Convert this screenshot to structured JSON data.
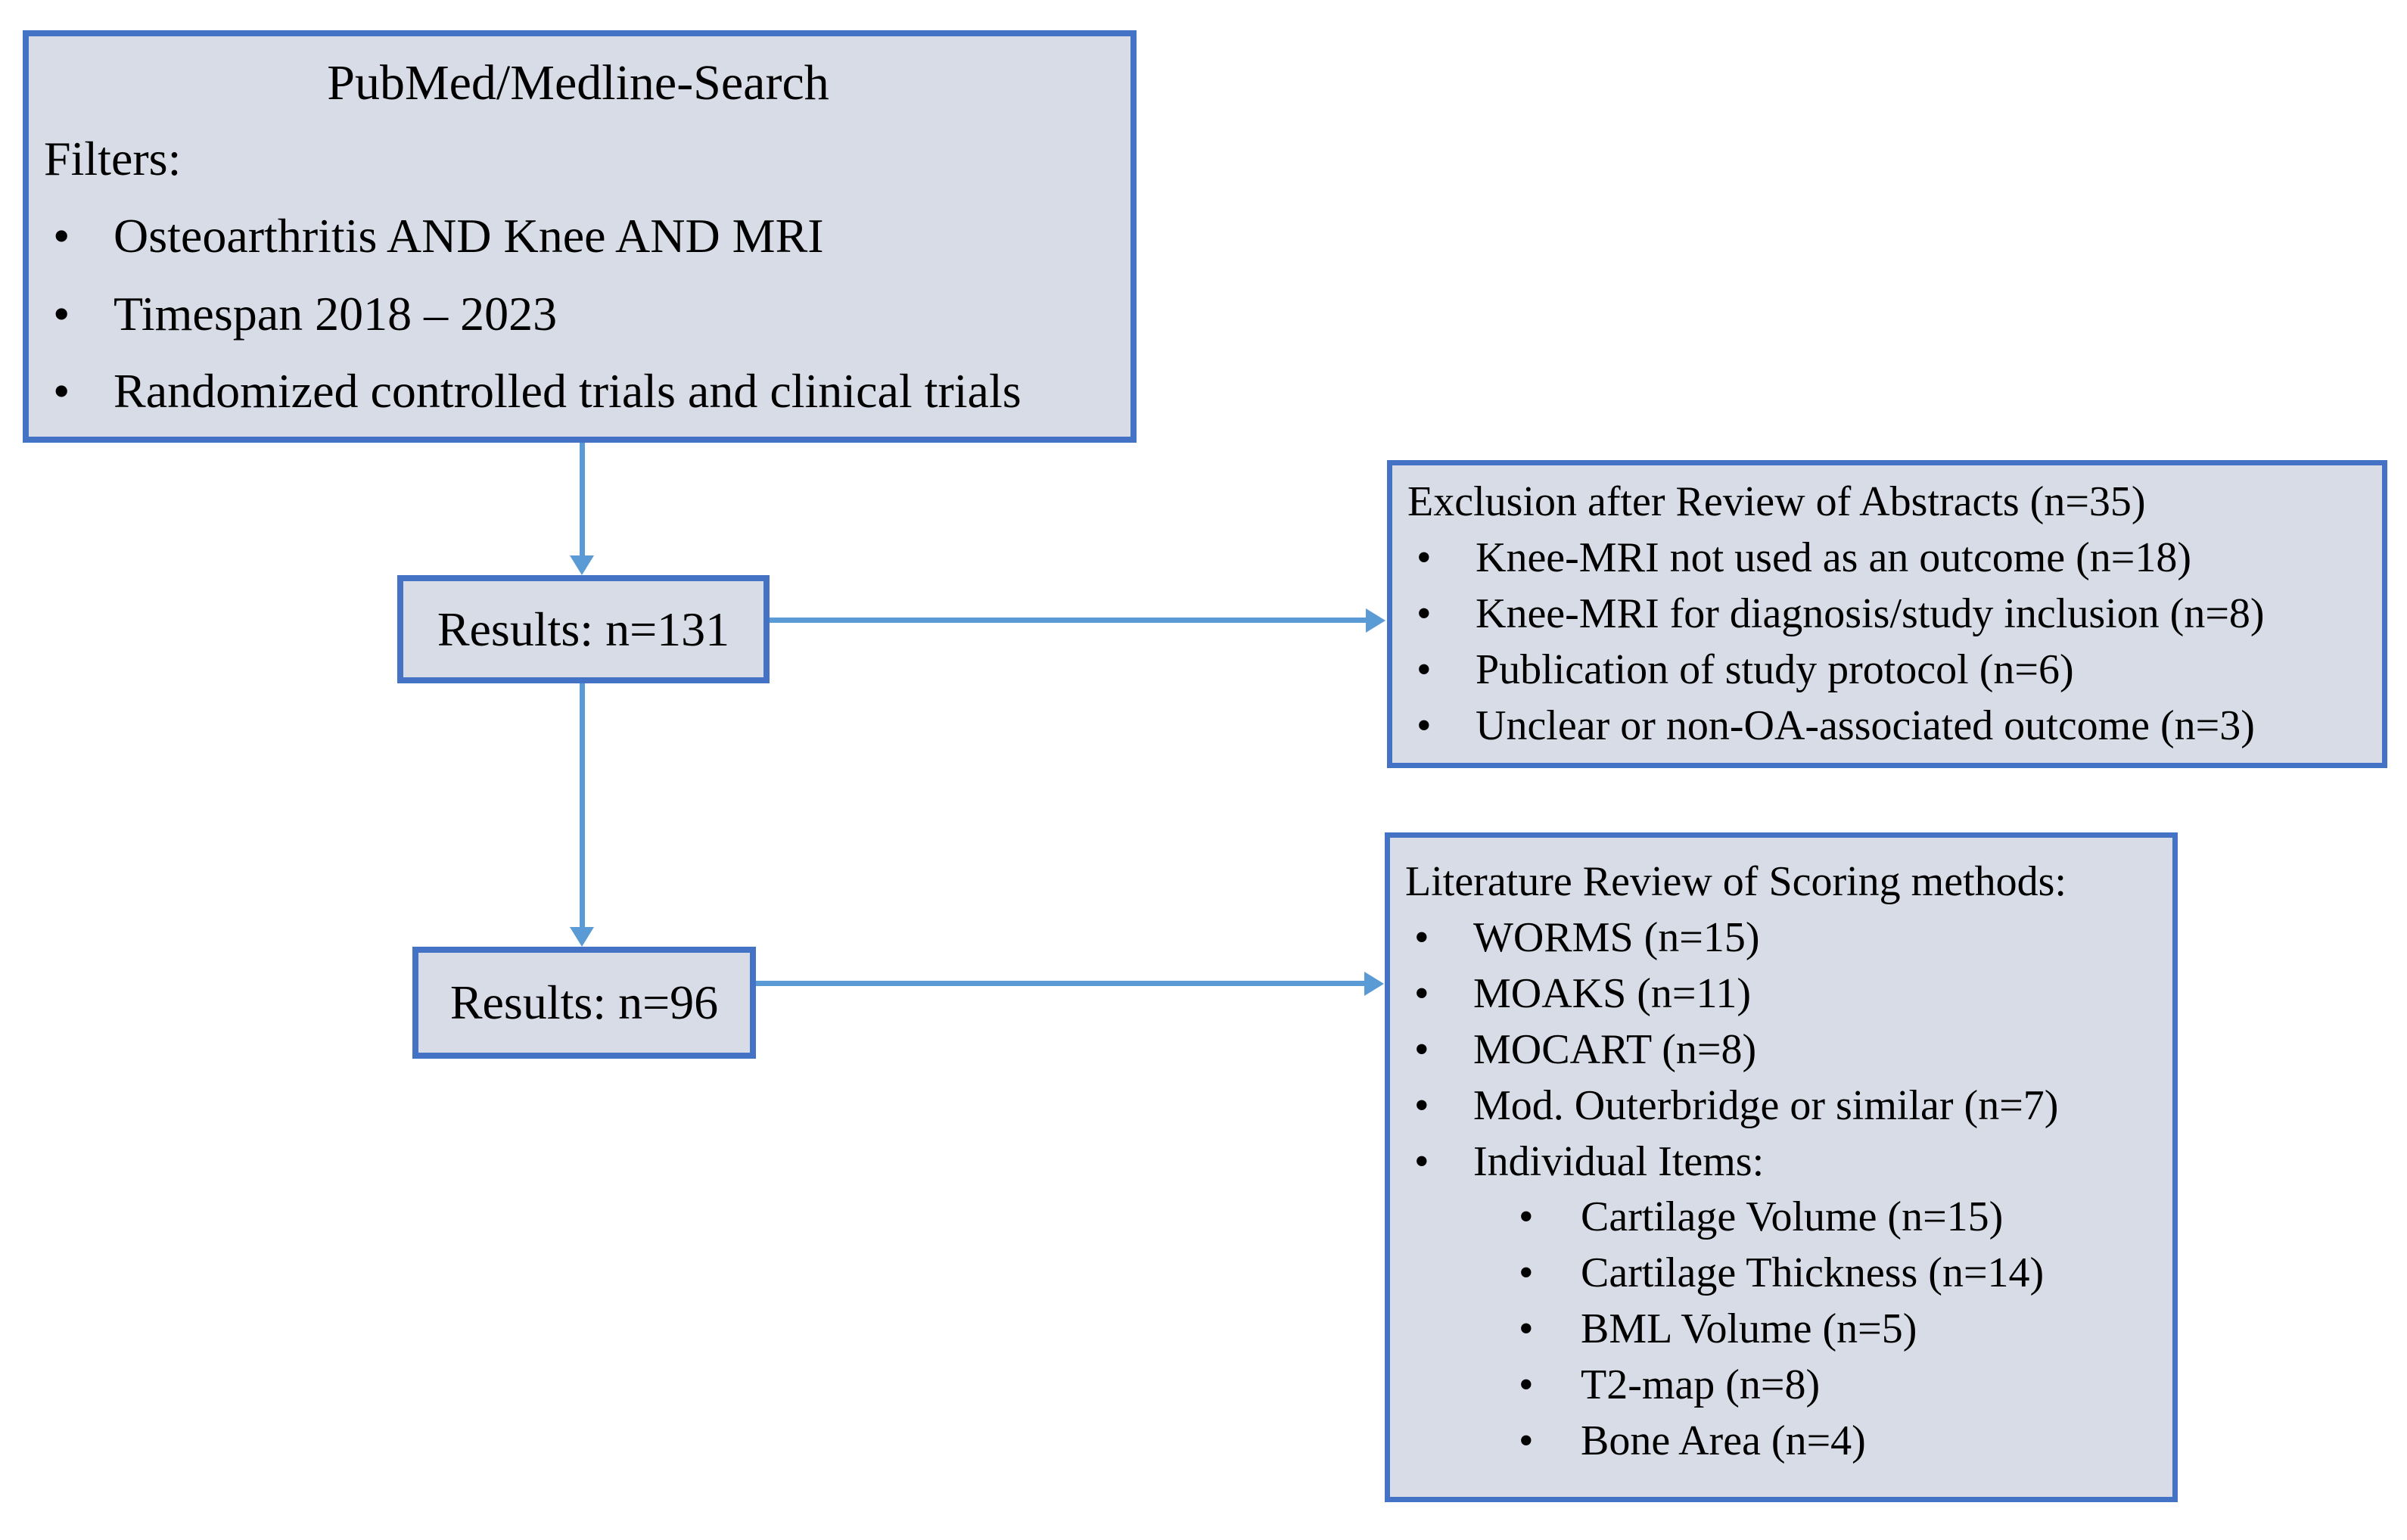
{
  "bullet_char": "•",
  "colors": {
    "box_fill": "#d7dce6",
    "box_border": "#4472c4",
    "arrow": "#5b9bd5",
    "text": "#000000",
    "background": "#ffffff"
  },
  "search_box": {
    "title": "PubMed/Medline-Search",
    "filters_label": "Filters:",
    "filters": [
      "Osteoarthritis AND Knee AND MRI",
      "Timespan 2018 – 2023",
      "Randomized controlled trials and clinical trials"
    ]
  },
  "results_box_1": {
    "label": "Results: n=131"
  },
  "exclusion_box": {
    "title": "Exclusion after Review of Abstracts (n=35)",
    "items": [
      "Knee-MRI not used as an outcome (n=18)",
      "Knee-MRI for diagnosis/study inclusion (n=8)",
      "Publication of study protocol (n=6)",
      "Unclear or non-OA-associated outcome (n=3)"
    ]
  },
  "results_box_2": {
    "label": "Results: n=96"
  },
  "literature_box": {
    "title": "Literature Review of Scoring methods:",
    "items": [
      "WORMS (n=15)",
      "MOAKS (n=11)",
      "MOCART (n=8)",
      "Mod. Outerbridge or similar (n=7)",
      "Individual Items:"
    ],
    "sub_items": [
      "Cartilage Volume (n=15)",
      "Cartilage Thickness (n=14)",
      "BML Volume (n=5)",
      "T2-map (n=8)",
      "Bone Area (n=4)"
    ]
  }
}
